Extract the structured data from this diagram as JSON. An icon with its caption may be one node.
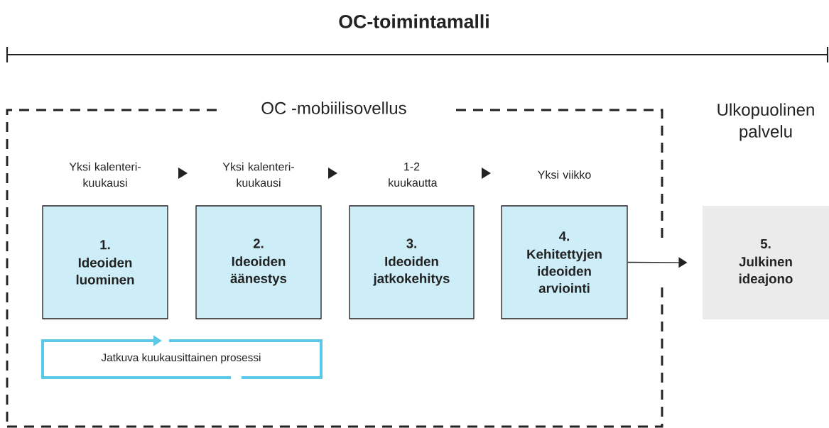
{
  "diagram": {
    "title": "OC-toimintamalli",
    "nodes": [
      {
        "text": [
          "OC -mobiilisovellus"
        ]
      },
      {
        "text": [
          "1.",
          "Ideoiden luominen"
        ],
        "in": 0,
        "beside": [
          "Yksi kalenteri- kuukausi"
        ]
      },
      {
        "text": [
          "2.",
          "Ideoiden äänestys"
        ],
        "in": 0,
        "beside": [
          "Yksi kalenteri- kuukausi"
        ]
      },
      {
        "text": [
          "3.",
          "Ideoiden jatkokehitys"
        ],
        "in": 0,
        "beside": [
          "1-2 kuukautta"
        ]
      },
      {
        "text": [
          "4.",
          "Kehitettyjen ideoiden arviointi"
        ],
        "in": 0,
        "beside": [
          "Yksi viikko"
        ]
      },
      {
        "text": [
          "5.",
          "Julkinen ideajono"
        ]
      },
      {
        "text": [
          "Jatkuva kuukausittainen prosessi"
        ],
        "in": 0
      }
    ],
    "edges": [
      {
        "from": 4,
        "to": 5,
        "arrow": "to"
      }
    ],
    "labels": [
      "Ulkopuolinen palvelu"
    ]
  }
}
